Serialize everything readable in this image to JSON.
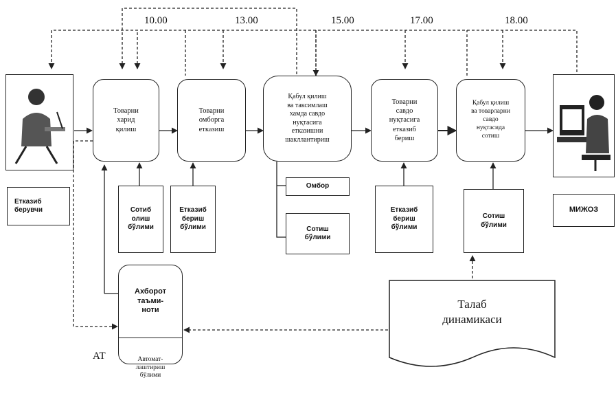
{
  "times": [
    "10.00",
    "13.00",
    "15.00",
    "17.00",
    "18.00"
  ],
  "process": {
    "buy": "Товарни\nхарид\nқилиш",
    "store": "Товарни\nомборга\nетказиш",
    "accept": "Қабул қилиш\nва таксимлаш\nхамда савдо\nнуқтасига\nетказишни\nшакллантириш",
    "deliver": "Товарни\nсавдо\nнуқтасига\nетказиб\nбериш",
    "sell": "Қабул қилиш\nва товарларни\nсавдо\nнуқтасида\nсотиш"
  },
  "departments": {
    "purchase": "Сотиб\nолиш\nбўлими",
    "delivery1": "Етказиб\nбериш\nбўлими",
    "warehouse": "Омбор",
    "sales_dept_small": "Сотиш\nбўлими",
    "delivery2": "Етказиб\nбериш\nбўлими",
    "sales": "Сотиш\nбўлими"
  },
  "supplier_label": "Етказиб\nберувчи",
  "customer_label": "МИЖОЗ",
  "info": {
    "title": "Ахборот\nтаъми-\nноти",
    "sub": "Автомат-\nлаштириш\nбўлими"
  },
  "at_label": "АТ",
  "demand": "Талаб\nдинамикаси"
}
